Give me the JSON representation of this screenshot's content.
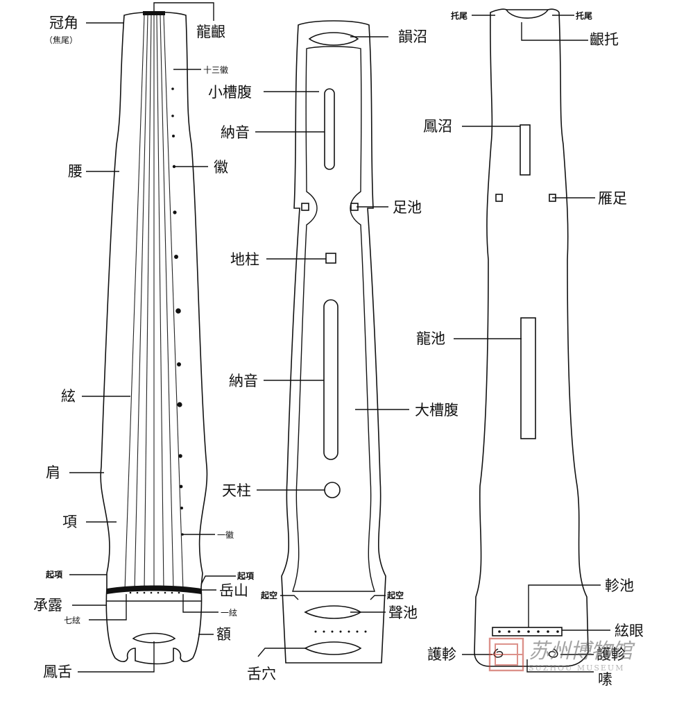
{
  "views": {
    "front": {
      "labels": {
        "guanjiao": "冠角",
        "jiaowei": "（焦尾）",
        "longyin": "龍齦",
        "shisanhui": "十三徽",
        "hui": "徽",
        "yao": "腰",
        "xian": "絃",
        "jian": "肩",
        "xiang": "項",
        "qixiang_left": "起項",
        "qixiang_right": "起項",
        "chenglu": "承露",
        "yueshan": "岳山",
        "qixian": "七絃",
        "yixian": "一絃",
        "e": "額",
        "yihui": "一徽",
        "fengshe": "鳳舌"
      }
    },
    "bottom": {
      "labels": {
        "yunzhao": "韻沼",
        "xiaocaofu": "小槽腹",
        "nayin_top": "納音",
        "zuchi": "足池",
        "dizhu": "地柱",
        "nayin_bottom": "納音",
        "dacaofu": "大槽腹",
        "tianzhu": "天柱",
        "qikong_left": "起空",
        "qikong_right": "起空",
        "shengchi": "聲池",
        "shexue": "舌穴"
      }
    },
    "back": {
      "labels": {
        "tuowei_left": "托尾",
        "tuowei_right": "托尾",
        "yintuo": "齦托",
        "fengzhao": "鳳沼",
        "yanzu": "雁足",
        "longchi": "龍池",
        "zhenchi": "軫池",
        "xianyan": "絃眼",
        "huzhen_left": "護軫",
        "huzhen_right": "護軫",
        "sang": "嗉"
      }
    }
  },
  "watermark": {
    "chinese": "苏州博物馆",
    "english": "SUZHOU MUSEUM",
    "color": "#c0392b"
  }
}
